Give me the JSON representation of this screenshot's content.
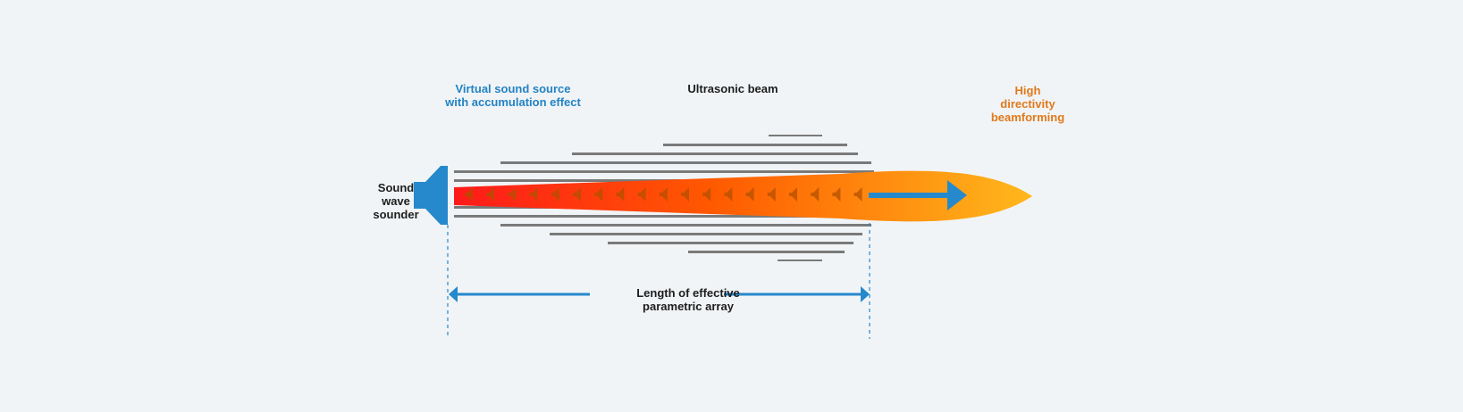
{
  "labels": {
    "virtual_source": "Virtual sound source\nwith accumulation effect",
    "ultrasonic_beam": "Ultrasonic beam",
    "high_directivity": "High\ndirectivity\nbeamforming",
    "sound_sounder": "Sound\nwave\nsounder",
    "effective_length": "Length of effective\nparametric array"
  },
  "colors": {
    "background": "#f1f4f6",
    "accent_blue": "#2589cc",
    "label_blue": "#2383c4",
    "label_orange": "#e07a1c",
    "stripe_gray": "#7a7a7a",
    "beam_start": "#ff1a1a",
    "beam_mid": "#ff6a00",
    "beam_end": "#ffb81c",
    "marker": "#b35000"
  },
  "icons": {
    "sounder": "speaker-horn-icon",
    "marker": "speaker-marker-icon"
  }
}
